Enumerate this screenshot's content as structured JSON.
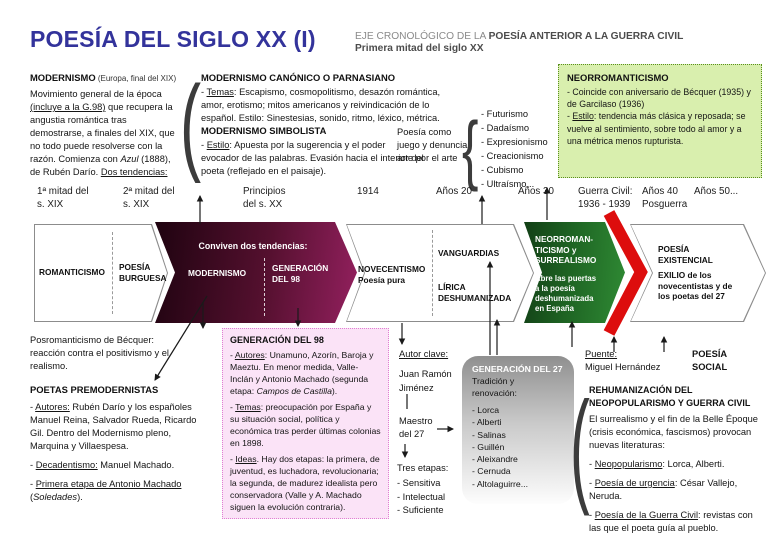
{
  "header": {
    "title": "POESÍA DEL SIGLO XX (I)",
    "subtitle_prefix": "EJE CRONOLÓGICO DE LA ",
    "subtitle_bold": "POESÍA ANTERIOR A LA GUERRA CIVIL",
    "subtitle_line2": "Primera mitad del siglo XX"
  },
  "glyphs": {
    "paren": "(",
    "curly": "{"
  },
  "modernismo_note": {
    "heading": "MODERNISMO",
    "heading_suffix": " (Europa, final del XIX)",
    "body": [
      {
        "t": "Movimiento general de la época "
      },
      {
        "t": "(incluye a la G.98)",
        "u": 1
      },
      {
        "t": " que recupera la angustia romántica tras demostrarse, a finales del XIX, que no todo puede resolverse con la razón. Comienza con "
      },
      {
        "t": "Azul",
        "i": 1
      },
      {
        "t": " (1888), de Rubén Darío. "
      },
      {
        "t": "Dos tendencias:",
        "u": 1
      }
    ]
  },
  "parnasiano": {
    "heading": "MODERNISMO CANÓNICO O PARNASIANO",
    "body": [
      {
        "t": "- "
      },
      {
        "t": "Temas",
        "u": 1
      },
      {
        "t": ": Escapismo, cosmopolitismo, desazón romántica, amor, erotismo; mitos americanos y reivindicación de lo español. Estilo: Sinestesias, sonido, ritmo, léxico, métrica."
      }
    ]
  },
  "simbolista": {
    "heading": "MODERNISMO SIMBOLISTA",
    "body": [
      {
        "t": "- "
      },
      {
        "t": "Estilo",
        "u": 1
      },
      {
        "t": ": Apuesta por la sugerencia y el poder evocador de las palabras. Evasión hacia el interior del poeta (reflejado en el paisaje)."
      }
    ]
  },
  "poesia_como": "Poesía como juego y denuncia; arte por el arte",
  "vanguardias_list": [
    "- Futurismo",
    "- Dadaísmo",
    "- Expresionismo",
    "- Creacionismo",
    "- Cubismo",
    "- Ultraísmo..."
  ],
  "neorromanticismo_box": {
    "heading": "NEORROMANTICISMO",
    "b1": [
      {
        "t": "- Coincide con aniversario de Bécquer (1935) y de Garcilaso (1936)"
      }
    ],
    "b2": [
      {
        "t": "- "
      },
      {
        "t": "Estilo",
        "u": 1
      },
      {
        "t": ": tendencia más clásica y reposada; se vuelve al sentimiento, sobre todo al amor y a una métrica menos rupturista."
      }
    ]
  },
  "timeline": {
    "labels": [
      "1ª mitad del\ns. XIX",
      "2ª mitad del\ns. XIX",
      "Principios\ndel s. XX",
      "1914",
      "Años 20",
      "Años 30",
      "Guerra Civil:\n1936 - 1939",
      "Años 40\nPosguerra",
      "Años 50..."
    ]
  },
  "band": {
    "s1": {
      "label_a": "ROMANTICISMO",
      "label_b": "POESÍA BURGUESA"
    },
    "s2": {
      "tagline": "Conviven dos tendencias:",
      "label_a": "MODERNISMO",
      "label_b": "GENERACIÓN DEL 98"
    },
    "s3": {
      "label_a": "NOVECENTISMO",
      "label_a_sub": "Poesía pura",
      "label_b_top": "VANGUARDIAS",
      "label_b_bottom": "LÍRICA DESHUMANIZADA"
    },
    "s4": {
      "title": "NEORROMAN-\nTICISMO y\nSURREALISMO",
      "body": "Abre las puertas\na la poesía\ndeshumanizada\nen España"
    },
    "s5": {
      "title": "POESÍA EXISTENCIAL",
      "body": "EXILIO de los novecentistas y de los poetas del 27"
    }
  },
  "posromanticismo": "Posromanticismo de Bécquer: reacción contra el positivismo y el realismo.",
  "premodernistas": {
    "heading": "POETAS PREMODERNISTAS",
    "b1": [
      {
        "t": "- "
      },
      {
        "t": "Autores:",
        "u": 1
      },
      {
        "t": " Rubén Darío y los españoles Manuel Reina, Salvador Rueda, Ricardo Gil. Dentro del Modernismo pleno, Marquina y Villaespesa."
      }
    ],
    "b2": [
      {
        "t": "- "
      },
      {
        "t": "Decadentismo:",
        "u": 1
      },
      {
        "t": " Manuel Machado."
      }
    ],
    "b3": [
      {
        "t": "- "
      },
      {
        "t": "Primera etapa de Antonio Machado",
        "u": 1
      },
      {
        "t": " ("
      },
      {
        "t": "Soledades",
        "i": 1
      },
      {
        "t": ")."
      }
    ]
  },
  "gen98_box": {
    "heading": "GENERACIÓN DEL 98",
    "b1": [
      {
        "t": "- "
      },
      {
        "t": "Autores",
        "u": 1
      },
      {
        "t": ": Unamuno, Azorín, Baroja y Maeztu. En menor medida, Valle-Inclán y Antonio Machado (segunda etapa: "
      },
      {
        "t": "Campos de Castilla",
        "i": 1
      },
      {
        "t": ")."
      }
    ],
    "b2": [
      {
        "t": "- "
      },
      {
        "t": "Temas",
        "u": 1
      },
      {
        "t": ": preocupación por España y su situación social, política y económica tras perder últimas colonias en 1898."
      }
    ],
    "b3": [
      {
        "t": "- "
      },
      {
        "t": "Ideas",
        "u": 1
      },
      {
        "t": ". Hay dos etapas: la primera, de juventud, es luchadora, revolucionaria; la segunda, de madurez idealista pero conservadora (Valle y A. Machado siguen la evolución contraria)."
      }
    ]
  },
  "jrj": {
    "autor_clave": "Autor clave:",
    "name": "Juan Ramón\nJiménez",
    "maestro": "Maestro\ndel 27",
    "etapas_heading": "Tres etapas:",
    "etapas": [
      "- Sensitiva",
      "- Intelectual",
      "- Suficiente"
    ]
  },
  "gen27_box": {
    "heading": "GENERACIÓN DEL 27",
    "subheading": "Tradición y\nrenovación:",
    "poets": [
      "- Lorca",
      "- Alberti",
      "- Salinas",
      "- Guillén",
      "- Aleixandre",
      "- Cernuda",
      "- Altolaguirre..."
    ]
  },
  "puente": {
    "label": "Puente:",
    "name": "Miguel Hernández"
  },
  "poesia_social": "POESÍA SOCIAL",
  "rehumanizacion": {
    "heading": "REHUMANIZACIÓN DEL NEOPOPULARISMO Y GUERRA CIVIL",
    "intro": [
      {
        "t": "El surrealismo y el fin de la Belle Époque (crisis económica, fascismos) provocan nuevas literaturas:"
      }
    ],
    "b1": [
      {
        "t": "- "
      },
      {
        "t": "Neopopularismo",
        "u": 1
      },
      {
        "t": ": Lorca, Alberti."
      }
    ],
    "b2": [
      {
        "t": "- "
      },
      {
        "t": "Poesía de urgencia",
        "u": 1
      },
      {
        "t": ": César Vallejo, Neruda."
      }
    ],
    "b3": [
      {
        "t": "- "
      },
      {
        "t": "Poesía de la Guerra Civil",
        "u": 1
      },
      {
        "t": ": revistas con las que el poeta guía al pueblo."
      }
    ]
  },
  "colors": {
    "title": "#33339b",
    "subtitle_gray": "#8a8a8a",
    "subtitle_dark": "#4c4c4c",
    "maroon_dark": "#1f0310",
    "maroon_mid": "#55102f",
    "maroon_light": "#93205e",
    "green_dark": "#123f16",
    "green_mid": "#1e6423",
    "green_light": "#2f8a34",
    "red": "#dd0d0d",
    "green_box_bg": "#d9efae",
    "green_box_border": "#5a8f1e",
    "pink_box_bg": "#fbe3f7",
    "pink_box_border": "#e07fd2",
    "gray_box_top": "#8f8f8f",
    "gray_box_bottom": "#fdfdfd",
    "border_gray": "#8c8c8c"
  }
}
